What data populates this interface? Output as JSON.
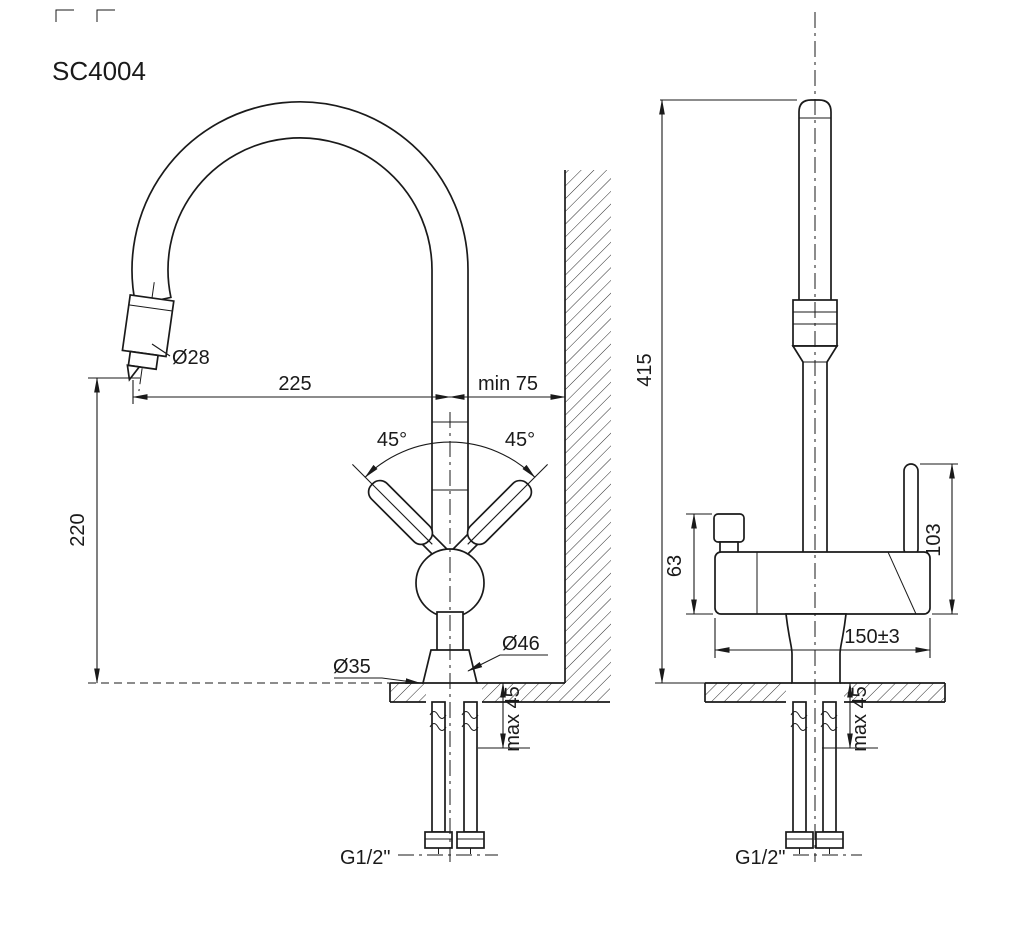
{
  "drawing": {
    "model": "SC4004"
  },
  "side_view": {
    "spout_outlet_diameter": "Ø28",
    "spout_reach": "225",
    "wall_clearance": "min 75",
    "spout_height": "220",
    "handle_angle_left": "45°",
    "handle_angle_right": "45°",
    "body_diameter": "Ø46",
    "base_diameter": "Ø35",
    "max_deck_thickness": "max 45",
    "connection_thread": "G1/2\""
  },
  "front_view": {
    "total_height": "415",
    "handle_height": "63",
    "lever_height": "103",
    "body_length": "150±3",
    "max_deck_thickness": "max 45",
    "connection_thread": "G1/2\""
  }
}
